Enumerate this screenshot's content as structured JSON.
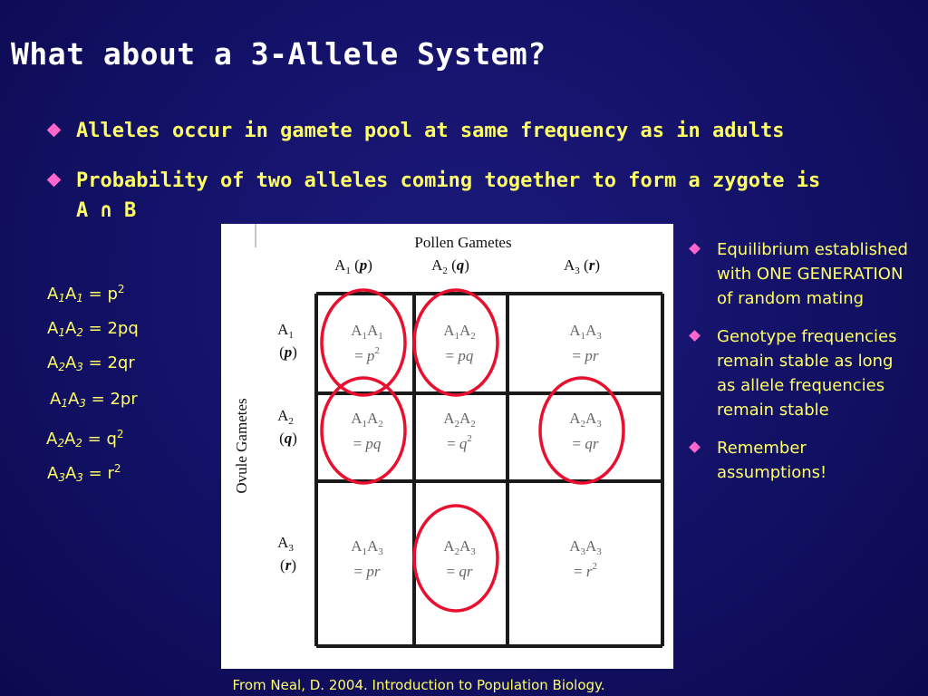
{
  "title": "What about a 3-Allele System?",
  "bullets": [
    "Alleles occur in gamete pool at same frequency as in adults",
    "Probability of two alleles coming together to form a zygote is A ∩ B"
  ],
  "formulas": [
    {
      "g1": "A",
      "s1": "1",
      "g2": "A",
      "s2": "1",
      "rhs": "p",
      "sup": "2"
    },
    {
      "g1": "A",
      "s1": "1",
      "g2": "A",
      "s2": "2",
      "rhs": "2pq",
      "sup": ""
    },
    {
      "g1": "A",
      "s1": "2",
      "g2": "A",
      "s2": "3",
      "rhs": "2qr",
      "sup": ""
    },
    {
      "g1": "A",
      "s1": "1",
      "g2": "A",
      "s2": "3",
      "rhs": "2pr",
      "sup": ""
    },
    {
      "g1": "A",
      "s1": "2",
      "g2": "A",
      "s2": "2",
      "rhs": "q",
      "sup": "2"
    },
    {
      "g1": "A",
      "s1": "3",
      "g2": "A",
      "s2": "3",
      "rhs": "r",
      "sup": "2"
    }
  ],
  "punnett": {
    "top_label": "Pollen Gametes",
    "side_label": "Ovule Gametes",
    "pollen": [
      {
        "allele": "A",
        "sub": "1",
        "freq": "p"
      },
      {
        "allele": "A",
        "sub": "2",
        "freq": "q"
      },
      {
        "allele": "A",
        "sub": "3",
        "freq": "r"
      }
    ],
    "ovule": [
      {
        "allele": "A",
        "sub": "1",
        "freq": "p"
      },
      {
        "allele": "A",
        "sub": "2",
        "freq": "q"
      },
      {
        "allele": "A",
        "sub": "3",
        "freq": "r"
      }
    ],
    "cells": [
      [
        {
          "a": "1",
          "b": "1",
          "prob": "p",
          "sup": "2",
          "circled": true
        },
        {
          "a": "1",
          "b": "2",
          "prob": "pq",
          "sup": "",
          "circled": true
        },
        {
          "a": "1",
          "b": "3",
          "prob": "pr",
          "sup": "",
          "circled": false
        }
      ],
      [
        {
          "a": "1",
          "b": "2",
          "prob": "pq",
          "sup": "",
          "circled": true
        },
        {
          "a": "2",
          "b": "2",
          "prob": "q",
          "sup": "2",
          "circled": false
        },
        {
          "a": "2",
          "b": "3",
          "prob": "qr",
          "sup": "",
          "circled": true
        }
      ],
      [
        {
          "a": "1",
          "b": "3",
          "prob": "pr",
          "sup": "",
          "circled": false
        },
        {
          "a": "2",
          "b": "3",
          "prob": "qr",
          "sup": "",
          "circled": true
        },
        {
          "a": "3",
          "b": "3",
          "prob": "r",
          "sup": "2",
          "circled": false
        }
      ]
    ]
  },
  "side_bullets": [
    "Equilibrium established with ONE GENERATION of random mating",
    "Genotype frequencies remain stable as long as allele frequencies remain stable",
    "Remember assumptions!"
  ],
  "citation": "From Neal, D. 2004. Introduction to Population Biology.",
  "colors": {
    "background": "#14126a",
    "title": "#ffffff",
    "text": "#ffff66",
    "bullet": "#ff66cc",
    "circle": "#e8102e",
    "grid": "#1a1a1a",
    "cell_text": "#666666"
  }
}
